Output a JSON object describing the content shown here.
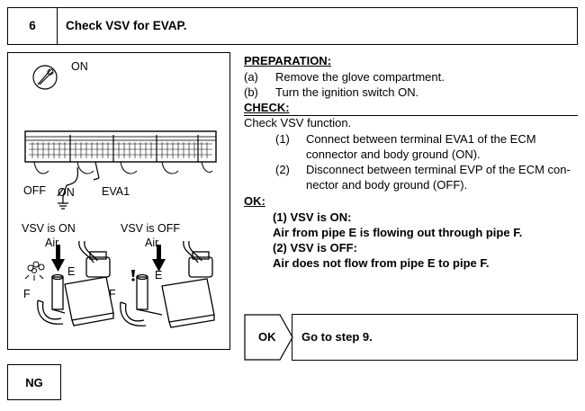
{
  "header": {
    "step_number": "6",
    "title": "Check VSV for EVAP."
  },
  "figure": {
    "ignition_label": "ON",
    "switch_off_label": "OFF",
    "switch_on_label": "ON",
    "terminal_label": "EVA1",
    "vsv_on_label": "VSV is ON",
    "vsv_off_label": "VSV is OFF",
    "air_label_left": "Air",
    "air_label_right": "Air",
    "pipe_e_left": "E",
    "pipe_e_right": "E",
    "pipe_f_left": "F",
    "pipe_f_right": "F"
  },
  "preparation": {
    "heading": "PREPARATION:",
    "items": [
      {
        "marker": "(a)",
        "text": "Remove the glove compartment."
      },
      {
        "marker": "(b)",
        "text": "Turn the ignition switch ON."
      }
    ]
  },
  "check": {
    "heading": "CHECK:",
    "intro": "Check VSV function.",
    "items": [
      {
        "marker": "(1)",
        "line1": "Connect between terminal EVA1 of the ECM",
        "line2": "connector and body ground (ON)."
      },
      {
        "marker": "(2)",
        "line1": "Disconnect between terminal EVP of the ECM con-",
        "line2": "nector and body ground (OFF)."
      }
    ]
  },
  "ok": {
    "heading": "OK:",
    "lines": [
      "(1) VSV is ON:",
      "Air from pipe E is flowing out through pipe F.",
      "(2) VSV is OFF:",
      "Air does not flow from pipe E to pipe F."
    ]
  },
  "ok_result": {
    "label": "OK",
    "action": "Go to step 9."
  },
  "ng_result": {
    "label": "NG"
  }
}
